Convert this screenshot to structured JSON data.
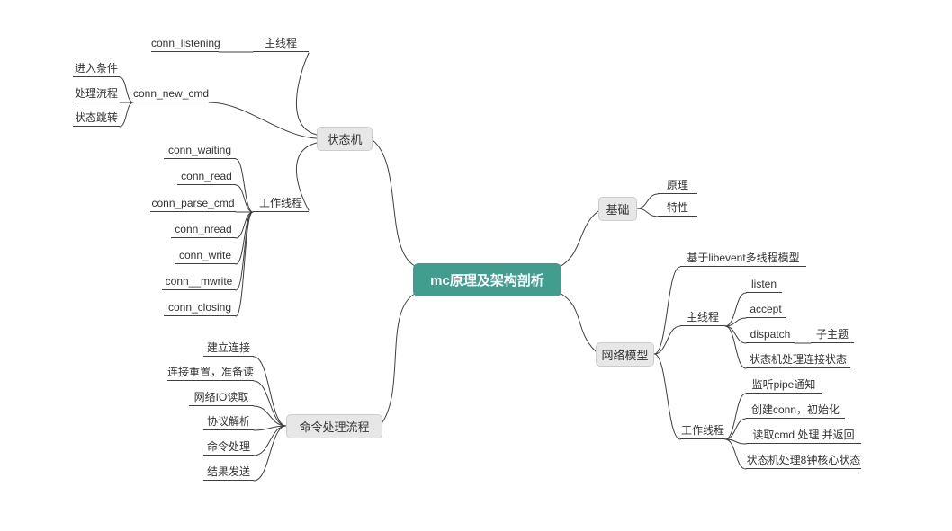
{
  "central": {
    "label": "mc原理及架构剖析"
  },
  "state_machine": {
    "label": "状态机",
    "main_thread": {
      "label": "主线程",
      "child": "conn_listening"
    },
    "conn_new_cmd": {
      "label": "conn_new_cmd",
      "children": [
        "进入条件",
        "处理流程",
        "状态跳转"
      ]
    },
    "worker_thread": {
      "label": "工作线程",
      "children": [
        "conn_waiting",
        "conn_read",
        "conn_parse_cmd",
        "conn_nread",
        "conn_write",
        "conn__mwrite",
        "conn_closing"
      ]
    }
  },
  "command_flow": {
    "label": "命令处理流程",
    "children": [
      "建立连接",
      "连接重置，准备读",
      "网络IO读取",
      "协议解析",
      "命令处理",
      "结果发送"
    ]
  },
  "basics": {
    "label": "基础",
    "children": [
      "原理",
      "特性"
    ]
  },
  "network_model": {
    "label": "网络模型",
    "libevent": {
      "label": "基于libevent多线程模型"
    },
    "main_thread": {
      "label": "主线程",
      "children": [
        "listen",
        "accept",
        "dispatch",
        "状态机处理连接状态"
      ],
      "dispatch_sub": "子主题"
    },
    "worker_thread": {
      "label": "工作线程",
      "children": [
        "监听pipe通知",
        "创建conn，初始化",
        "读取cmd 处理 并返回",
        "状态机处理8钟核心状态"
      ]
    }
  },
  "colors": {
    "central_fill": "#419e8e",
    "node_fill": "#e7e7e7",
    "line": "#3f3f3f",
    "text": "#333333"
  }
}
